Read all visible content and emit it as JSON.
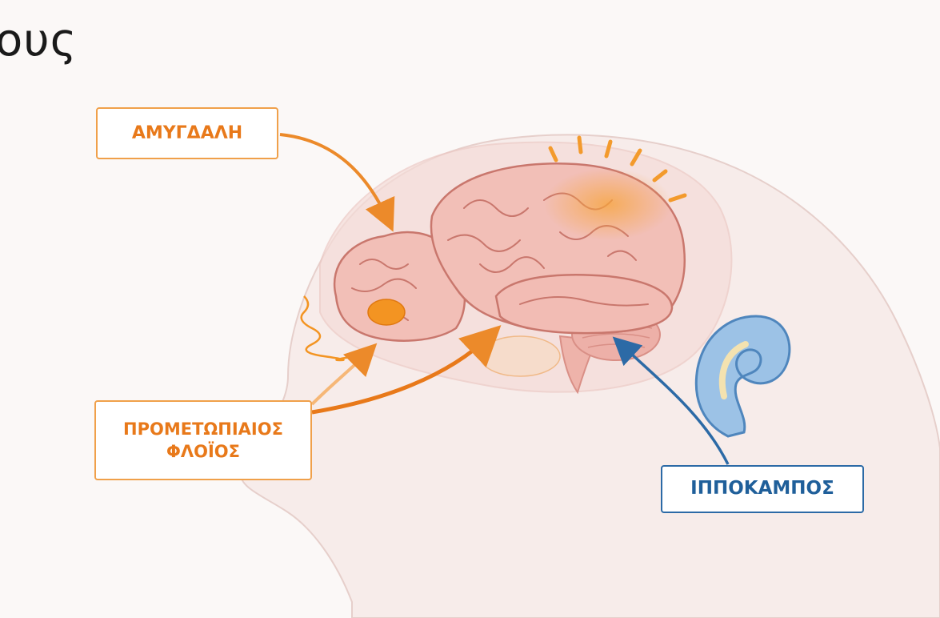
{
  "title_fragment": "ους",
  "labels": {
    "amygdala": "ΑΜΥΓΔΑΛΗ",
    "prefrontal_line1": "ΠΡΟΜΕΤΩΠΙΑΙΟΣ",
    "prefrontal_line2": "ΦΛΟΪΟΣ",
    "hippocampus": "ΙΠΠΟΚΑΜΠΟΣ"
  },
  "colors": {
    "accent_orange": "#e8791a",
    "accent_blue": "#2c6aa6",
    "brain_pink": "#f3c2bb"
  }
}
